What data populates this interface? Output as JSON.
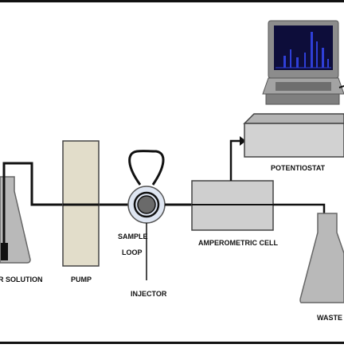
{
  "labels": {
    "buffer_solution": "R SOLUTION",
    "pump": "PUMP",
    "sample_loop_line1": "SAMPLE",
    "sample_loop_line2": "LOOP",
    "injector": "INJECTOR",
    "amperometric_cell": "AMPEROMETRIC CELL",
    "potentiostat": "POTENTIOSTAT",
    "waste": "WASTE"
  },
  "colors": {
    "outline": "#111111",
    "flask_fill": "#b9b9b9",
    "pump_fill": "#e2ddca",
    "injector_ring": "#dfe6f2",
    "injector_center": "#6a6a6a",
    "cell_fill": "#cfcfcf",
    "potentiostat_front": "#d2d2d2",
    "potentiostat_top": "#b4b4b4",
    "laptop_body": "#8c8c8c",
    "laptop_screen": "#0d0d3a",
    "screen_peaks": "#2f3fd8",
    "frame": "#111111"
  },
  "icons": {
    "laptop": "laptop-computer-icon",
    "flask_left": "erlenmeyer-flask-icon",
    "flask_right": "erlenmeyer-flask-icon"
  }
}
